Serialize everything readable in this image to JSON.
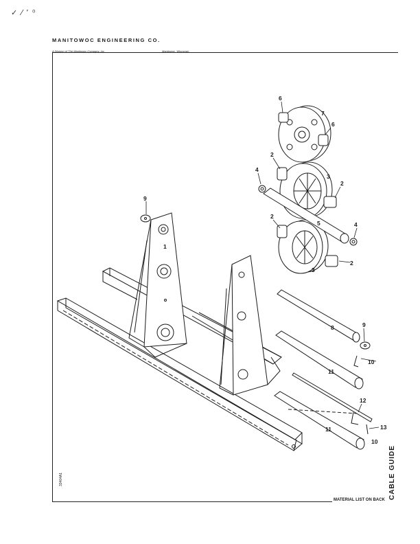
{
  "header": {
    "company": "MANITOWOC ENGINEERING CO.",
    "division": "A Division of The Manitowoc Company, Inc.",
    "city": "Manitowoc, Wisconsin"
  },
  "scan_marks": "✓ ⁄ ʼ ⁰",
  "footer": {
    "material_list": "MATERIAL LIST ON BACK",
    "side_title": "CABLE GUIDE",
    "drawing_number": "33404A1"
  },
  "callouts": [
    "1",
    "2",
    "2",
    "2",
    "2",
    "3",
    "3",
    "4",
    "4",
    "5",
    "6",
    "6",
    "7",
    "8",
    "9",
    "9",
    "10",
    "10",
    "11",
    "11",
    "12",
    "13"
  ]
}
